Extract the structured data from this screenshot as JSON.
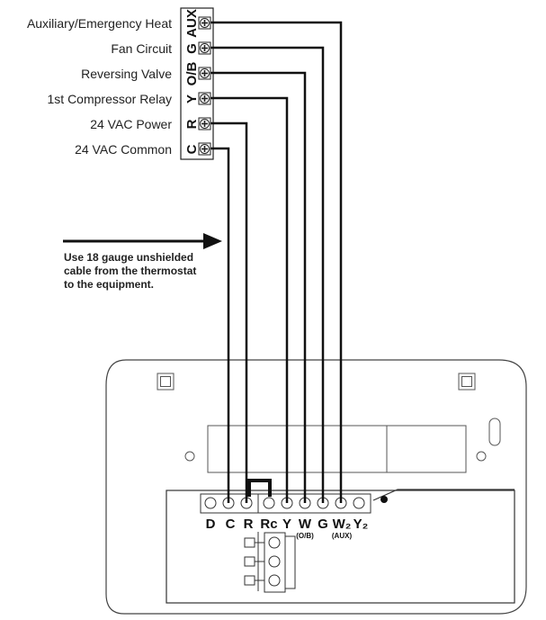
{
  "equipment_terminals": [
    {
      "code": "AUX",
      "label": "Auxiliary/Emergency Heat"
    },
    {
      "code": "G",
      "label": "Fan Circuit"
    },
    {
      "code": "O/B",
      "label": "Reversing Valve"
    },
    {
      "code": "Y",
      "label": "1st Compressor Relay"
    },
    {
      "code": "R",
      "label": "24 VAC Power"
    },
    {
      "code": "C",
      "label": "24 VAC Common"
    }
  ],
  "note": {
    "lines": [
      "Use 18 gauge unshielded",
      "cable from the thermostat",
      "to the equipment."
    ]
  },
  "thermostat_terminals": [
    {
      "code": "D"
    },
    {
      "code": "C"
    },
    {
      "code": "R"
    },
    {
      "code": "Rc"
    },
    {
      "code": "Y"
    },
    {
      "code": "W",
      "sub": "(O/B)"
    },
    {
      "code": "G"
    },
    {
      "code": "W₂",
      "sub": "(AUX)"
    },
    {
      "code": "Y₂"
    }
  ]
}
